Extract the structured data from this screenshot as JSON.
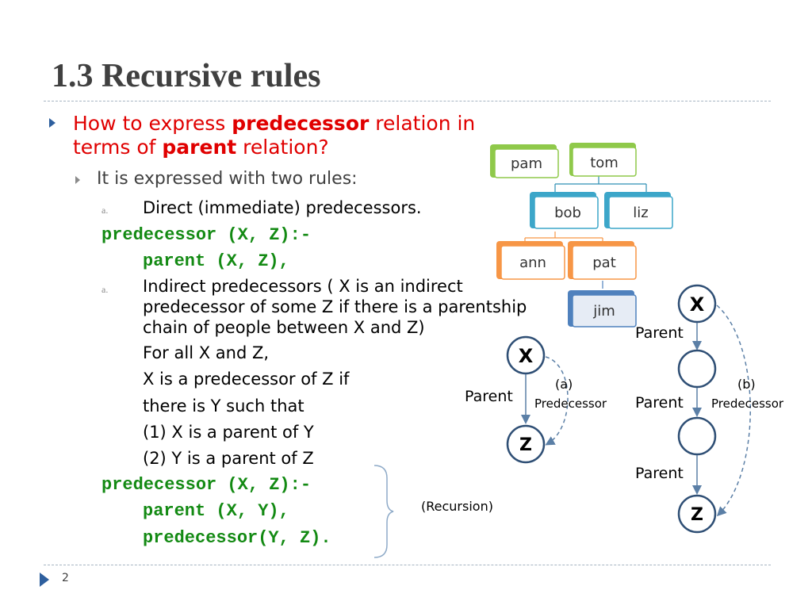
{
  "slide": {
    "title": "1.3 Recursive rules",
    "page_number": "2"
  },
  "bullets": {
    "main_1a": "How to express ",
    "main_1b": "predecessor",
    "main_1c": " relation in",
    "main_2a": "terms of ",
    "main_2b": "parent",
    "main_2c": " relation?",
    "sub": "It is expressed with two rules:",
    "item_a1_marker": "a.",
    "item_a1": "Direct (immediate) predecessors.",
    "code1_line1": "predecessor (X, Z):-",
    "code1_line2": "parent (X, Z),",
    "item_a2_marker": "a.",
    "item_a2_line1": "Indirect predecessors ( X is an indirect",
    "item_a2_line2": "predecessor of some Z if there is a parentship",
    "item_a2_line3": "chain of people between X and Z)",
    "line_forall": "For all X and Z,",
    "line_xpred": "X is a predecessor of Z if",
    "line_y": "there is Y such that",
    "line_1": "(1)  X is a parent of Y",
    "line_2": "(2) Y is a parent of Z",
    "code2_line1": "predecessor (X, Z):-",
    "code2_line2": "parent (X, Y),",
    "code2_line3": "predecessor(Y, Z).",
    "recursion_label": "(Recursion)"
  },
  "family_tree": {
    "nodes": [
      "pam",
      "tom",
      "bob",
      "liz",
      "ann",
      "pat",
      "jim"
    ],
    "colors": {
      "green": "#8fc94a",
      "blue": "#3ca6c9",
      "orange": "#f79646",
      "navy": "#4f81bd"
    }
  },
  "diagram_a": {
    "top": "X",
    "bottom": "Z",
    "edge_label": "Parent",
    "tag": "(a)",
    "dashed_label": "Predecessor"
  },
  "diagram_b": {
    "top": "X",
    "bottom": "Z",
    "edge_labels": [
      "Parent",
      "Parent",
      "Parent"
    ],
    "tag": "(b)",
    "dashed_label": "Predecessor"
  }
}
